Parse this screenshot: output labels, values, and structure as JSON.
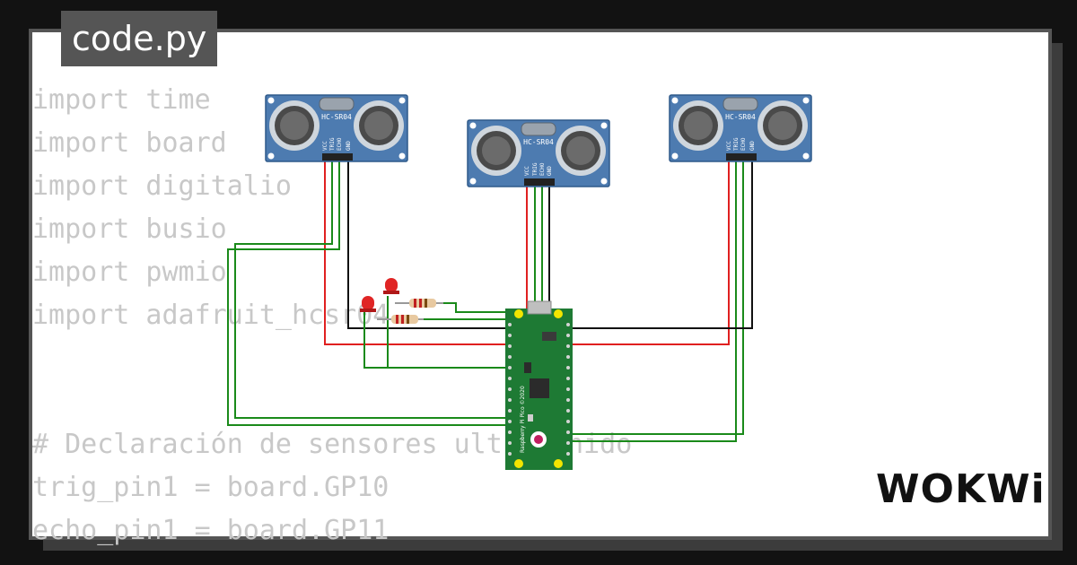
{
  "editor": {
    "filename": "code.py",
    "code_lines": [
      "import time",
      "import board",
      "import digitalio",
      "import busio",
      "import pwmio",
      "import adafruit_hcsr04",
      "",
      "",
      "# Declaración de sensores ultrasonido",
      "trig_pin1 = board.GP10",
      "echo_pin1 = board.GP11"
    ]
  },
  "sensors": [
    {
      "label": "HC-SR04",
      "pins": [
        "VCC",
        "TRIG",
        "ECHO",
        "GND"
      ]
    },
    {
      "label": "HC-SR04",
      "pins": [
        "VCC",
        "TRIG",
        "ECHO",
        "GND"
      ]
    },
    {
      "label": "HC-SR04",
      "pins": [
        "VCC",
        "TRIG",
        "ECHO",
        "GND"
      ]
    }
  ],
  "board": {
    "text": "Raspberry Pi Pico ©2020"
  },
  "branding": {
    "logo": "WOKWi"
  },
  "colors": {
    "sensor": "#4d7bb0",
    "pico": "#1e7a34",
    "wire_green": "#1a8a1a",
    "wire_red": "#e02020",
    "led": "#e02525"
  }
}
